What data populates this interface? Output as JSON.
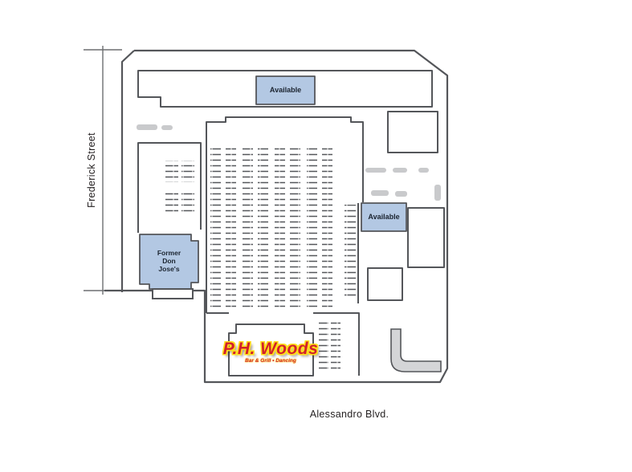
{
  "map": {
    "streets": {
      "left": "Frederick Street",
      "bottom": "Alessandro Blvd."
    },
    "units": {
      "available_top": "Available",
      "available_mid": "Available",
      "former_don_joses": "Former\nDon\nJose's"
    },
    "logo": {
      "name": "P.H. Woods",
      "tagline": "Bar & Grill • Dancing"
    },
    "colors": {
      "available_fill": "#b3c8e3",
      "line": "#54565a",
      "dash_gray": "#c9cacc",
      "logo_red": "#d2202a",
      "logo_yellow": "#ffdf1b"
    }
  }
}
